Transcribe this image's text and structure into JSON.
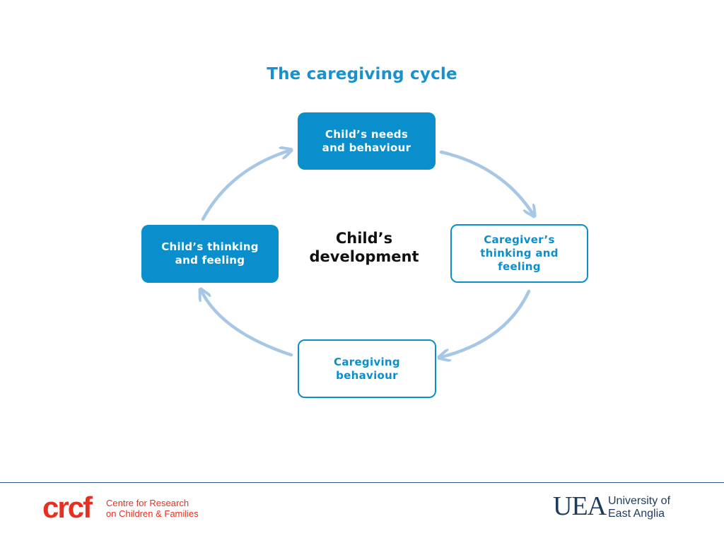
{
  "title": "The caregiving cycle",
  "center_label": "Child’s\ndevelopment",
  "nodes": {
    "top": "Child’s needs\nand behaviour",
    "right": "Caregiver’s\nthinking and\nfeeling",
    "bottom": "Caregiving\nbehaviour",
    "left": "Child’s thinking\nand feeling"
  },
  "footer": {
    "crcf_mark": "crcf",
    "crcf_name": "Centre for Research\non Children & Families",
    "uea_mark": "UEA",
    "uea_name": "University of\nEast Anglia"
  },
  "colors": {
    "accent": "#0b8fcc",
    "title": "#1991cf",
    "arrow": "#a7c7e6",
    "crcf": "#e63022",
    "uea": "#1d3a5f"
  }
}
